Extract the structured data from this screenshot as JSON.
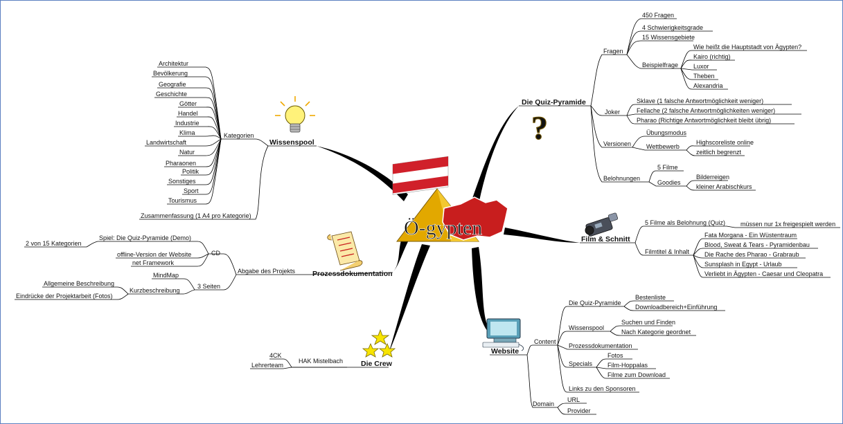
{
  "center": {
    "title": "Ö-gypten"
  },
  "branches": {
    "quiz": {
      "label": "Die Quiz-Pyramide",
      "icon": "question-mark-icon",
      "fragen": {
        "label": "Fragen",
        "items": [
          "450 Fragen",
          "4 Schwierigkeitsgrade",
          "15 Wissensgebiete"
        ]
      },
      "beispielfrage": {
        "label": "Beispielfrage",
        "items": [
          "Wie heißt die Hauptstadt von Ägypten?",
          "Kairo (richtig)",
          "Luxor",
          "Theben",
          "Alexandria"
        ]
      },
      "joker": {
        "label": "Joker",
        "items": [
          "Sklave (1 falsche Antwortmöglichkeit weniger)",
          "Fellache (2 falsche Antwortmöglichkeiten weniger)",
          "Pharao (Richtige Antwortmöglichkeit bleibt übrig)"
        ]
      },
      "versionen": {
        "label": "Versionen",
        "items": [
          "Übungsmodus"
        ]
      },
      "wettbewerb": {
        "label": "Wettbewerb",
        "items": [
          "Highscoreliste online",
          "zeitlich begrenzt"
        ]
      },
      "belohnungen": {
        "label": "Belohnungen",
        "items": [
          "5 Filme"
        ]
      },
      "goodies": {
        "label": "Goodies",
        "items": [
          "Bilderreigen",
          "kleiner Arabischkurs"
        ]
      }
    },
    "film": {
      "label": "Film & Schnitt",
      "icon": "video-camera-icon",
      "belohnung": {
        "label": "5 Filme als Belohnung (Quiz)",
        "items": [
          "müssen nur 1x freigespielt werden"
        ]
      },
      "filmtitel": {
        "label": "Filmtitel & Inhalt",
        "items": [
          "Fata Morgana - Ein Wüstentraum",
          "Blood, Sweat & Tears - Pyramidenbau",
          "Die Rache des Pharao - Grabraub",
          "Sunsplash in Egypt - Urlaub",
          "Verliebt in Ägypten - Caesar und Cleopatra"
        ]
      }
    },
    "website": {
      "label": "Website",
      "icon": "computer-icon",
      "content": {
        "label": "Content"
      },
      "quiz": {
        "label": "Die Quiz-Pyramide",
        "items": [
          "Bestenliste",
          "Downloadbereich+Einführung"
        ]
      },
      "wissenspool": {
        "label": "Wissenspool",
        "items": [
          "Suchen und Finden",
          "Nach Kategorie geordnet"
        ]
      },
      "prozess": {
        "label": "Prozessdokumentation"
      },
      "specials": {
        "label": "Specials",
        "items": [
          "Fotos",
          "Film-Hoppalas",
          "Filme zum Download"
        ]
      },
      "links": {
        "label": "Links zu den Sponsoren"
      },
      "domain": {
        "label": "Domain",
        "items": [
          "URL",
          "Provider"
        ]
      }
    },
    "crew": {
      "label": "Die Crew",
      "icon": "stars-icon",
      "hak": {
        "label": "HAK Mistelbach",
        "items": [
          "4CK",
          "Lehrerteam"
        ]
      }
    },
    "prozess": {
      "label": "Prozessdokumentation",
      "icon": "scroll-icon",
      "abgabe": {
        "label": "Abgabe des Projekts"
      },
      "cd": {
        "label": "CD",
        "items": [
          "offline-Version der Website",
          "net Framework"
        ]
      },
      "spiel": {
        "label": "Spiel: Die Quiz-Pyramide (Demo)",
        "items": [
          "2 von 15 Kategorien"
        ]
      },
      "seiten": {
        "label": "3 Seiten",
        "items": [
          "MindMap"
        ]
      },
      "kurz": {
        "label": "Kurzbeschreibung",
        "items": [
          "Allgemeine Beschreibung",
          "Eindrücke der Projektarbeit (Fotos)"
        ]
      }
    },
    "wissenspool": {
      "label": "Wissenspool",
      "icon": "light-bulb-icon",
      "kategorien": {
        "label": "Kategorien",
        "items": [
          "Architektur",
          "Bevölkerung",
          "Geografie",
          "Geschichte",
          "Götter",
          "Handel",
          "Industrie",
          "Klima",
          "Landwirtschaft",
          "Natur",
          "Pharaonen",
          "Politik",
          "Sonstiges",
          "Sport",
          "Tourismus"
        ]
      },
      "zusammenfassung": {
        "label": "Zusammenfassung (1 A4 pro Kategorie)"
      }
    }
  },
  "colors": {
    "frame": "#5b7fc0",
    "line": "#000000",
    "gold": "#f0b400",
    "flag_red": "#d0202a",
    "map_red": "#c81e1e"
  }
}
